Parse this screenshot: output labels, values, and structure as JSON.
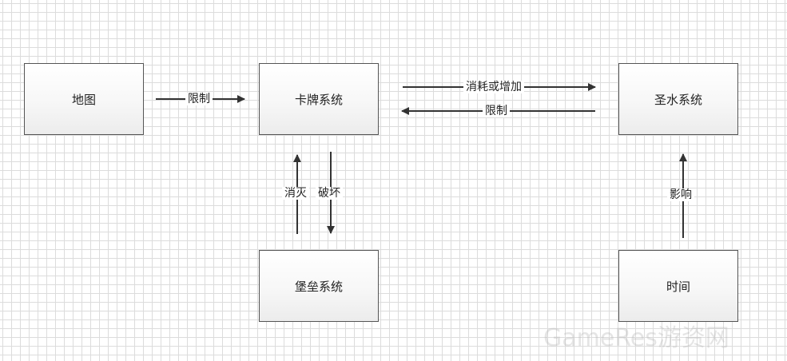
{
  "nodes": {
    "map": "地图",
    "card_system": "卡牌系统",
    "holy_water_system": "圣水系统",
    "fortress_system": "堡垒系统",
    "time": "时间"
  },
  "edges": {
    "map_to_card": "限制",
    "card_to_water": "消耗或增加",
    "water_to_card": "限制",
    "fort_to_card": "消灭",
    "card_to_fort": "破坏",
    "time_to_water": "影响"
  },
  "watermark": "GameRes游资网"
}
